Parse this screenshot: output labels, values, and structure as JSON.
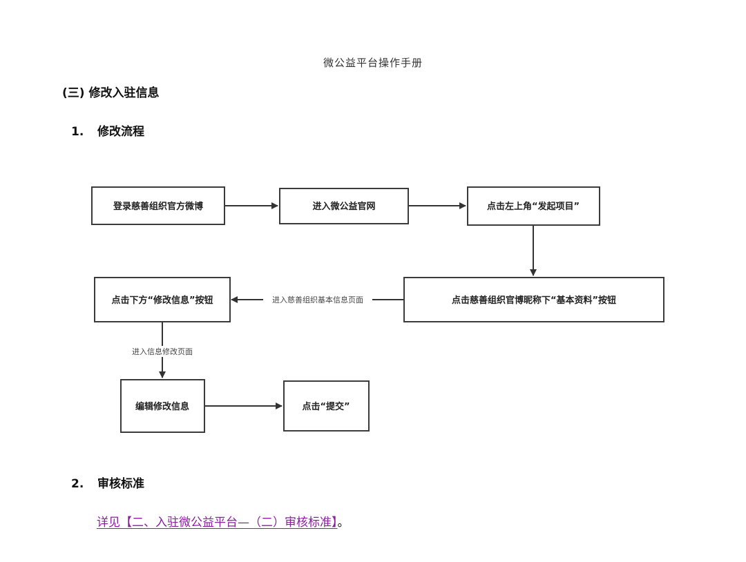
{
  "header": {
    "title": "微公益平台操作手册"
  },
  "section": {
    "title": "(三) 修改入驻信息"
  },
  "subsections": [
    {
      "num": "1.",
      "title": "修改流程"
    },
    {
      "num": "2.",
      "title": "审核标准"
    }
  ],
  "flowchart": {
    "nodes": {
      "n1": "登录慈善组织官方微博",
      "n2": "进入微公益官网",
      "n3": "点击左上角“发起项目”",
      "n4": "点击慈善组织官博昵称下“基本资料”按钮",
      "n5": "点击下方“修改信息”按钮",
      "n6": "编辑修改信息",
      "n7": "点击“提交”"
    },
    "edge_labels": {
      "e45": "进入慈善组织基本信息页面",
      "e56": "进入信息修改页面"
    }
  },
  "reference": {
    "link_text": "详见【二、入驻微公益平台—（二）审核标准】",
    "suffix": "。"
  }
}
